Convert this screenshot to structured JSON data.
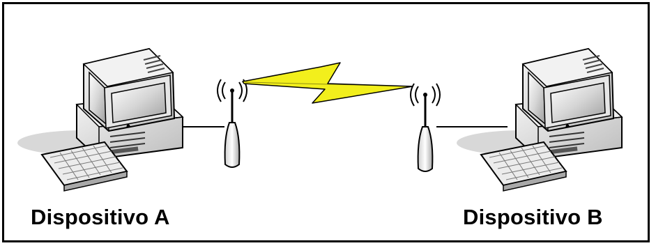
{
  "devices": [
    {
      "id": "A",
      "label": "Dispositivo A"
    },
    {
      "id": "B",
      "label": "Dispositivo B"
    }
  ],
  "colors": {
    "frame": "#000000",
    "computer_body": "#e4e4e4",
    "computer_shadow": "#9a9a9a",
    "screen": "#cfcfcf",
    "wireless_link": "#f2ef1c",
    "cable": "#000000"
  },
  "icons": [
    "desktop-computer-icon",
    "keyboard-icon",
    "antenna-icon",
    "wifi-signal-icon",
    "lightning-bolt-icon"
  ]
}
